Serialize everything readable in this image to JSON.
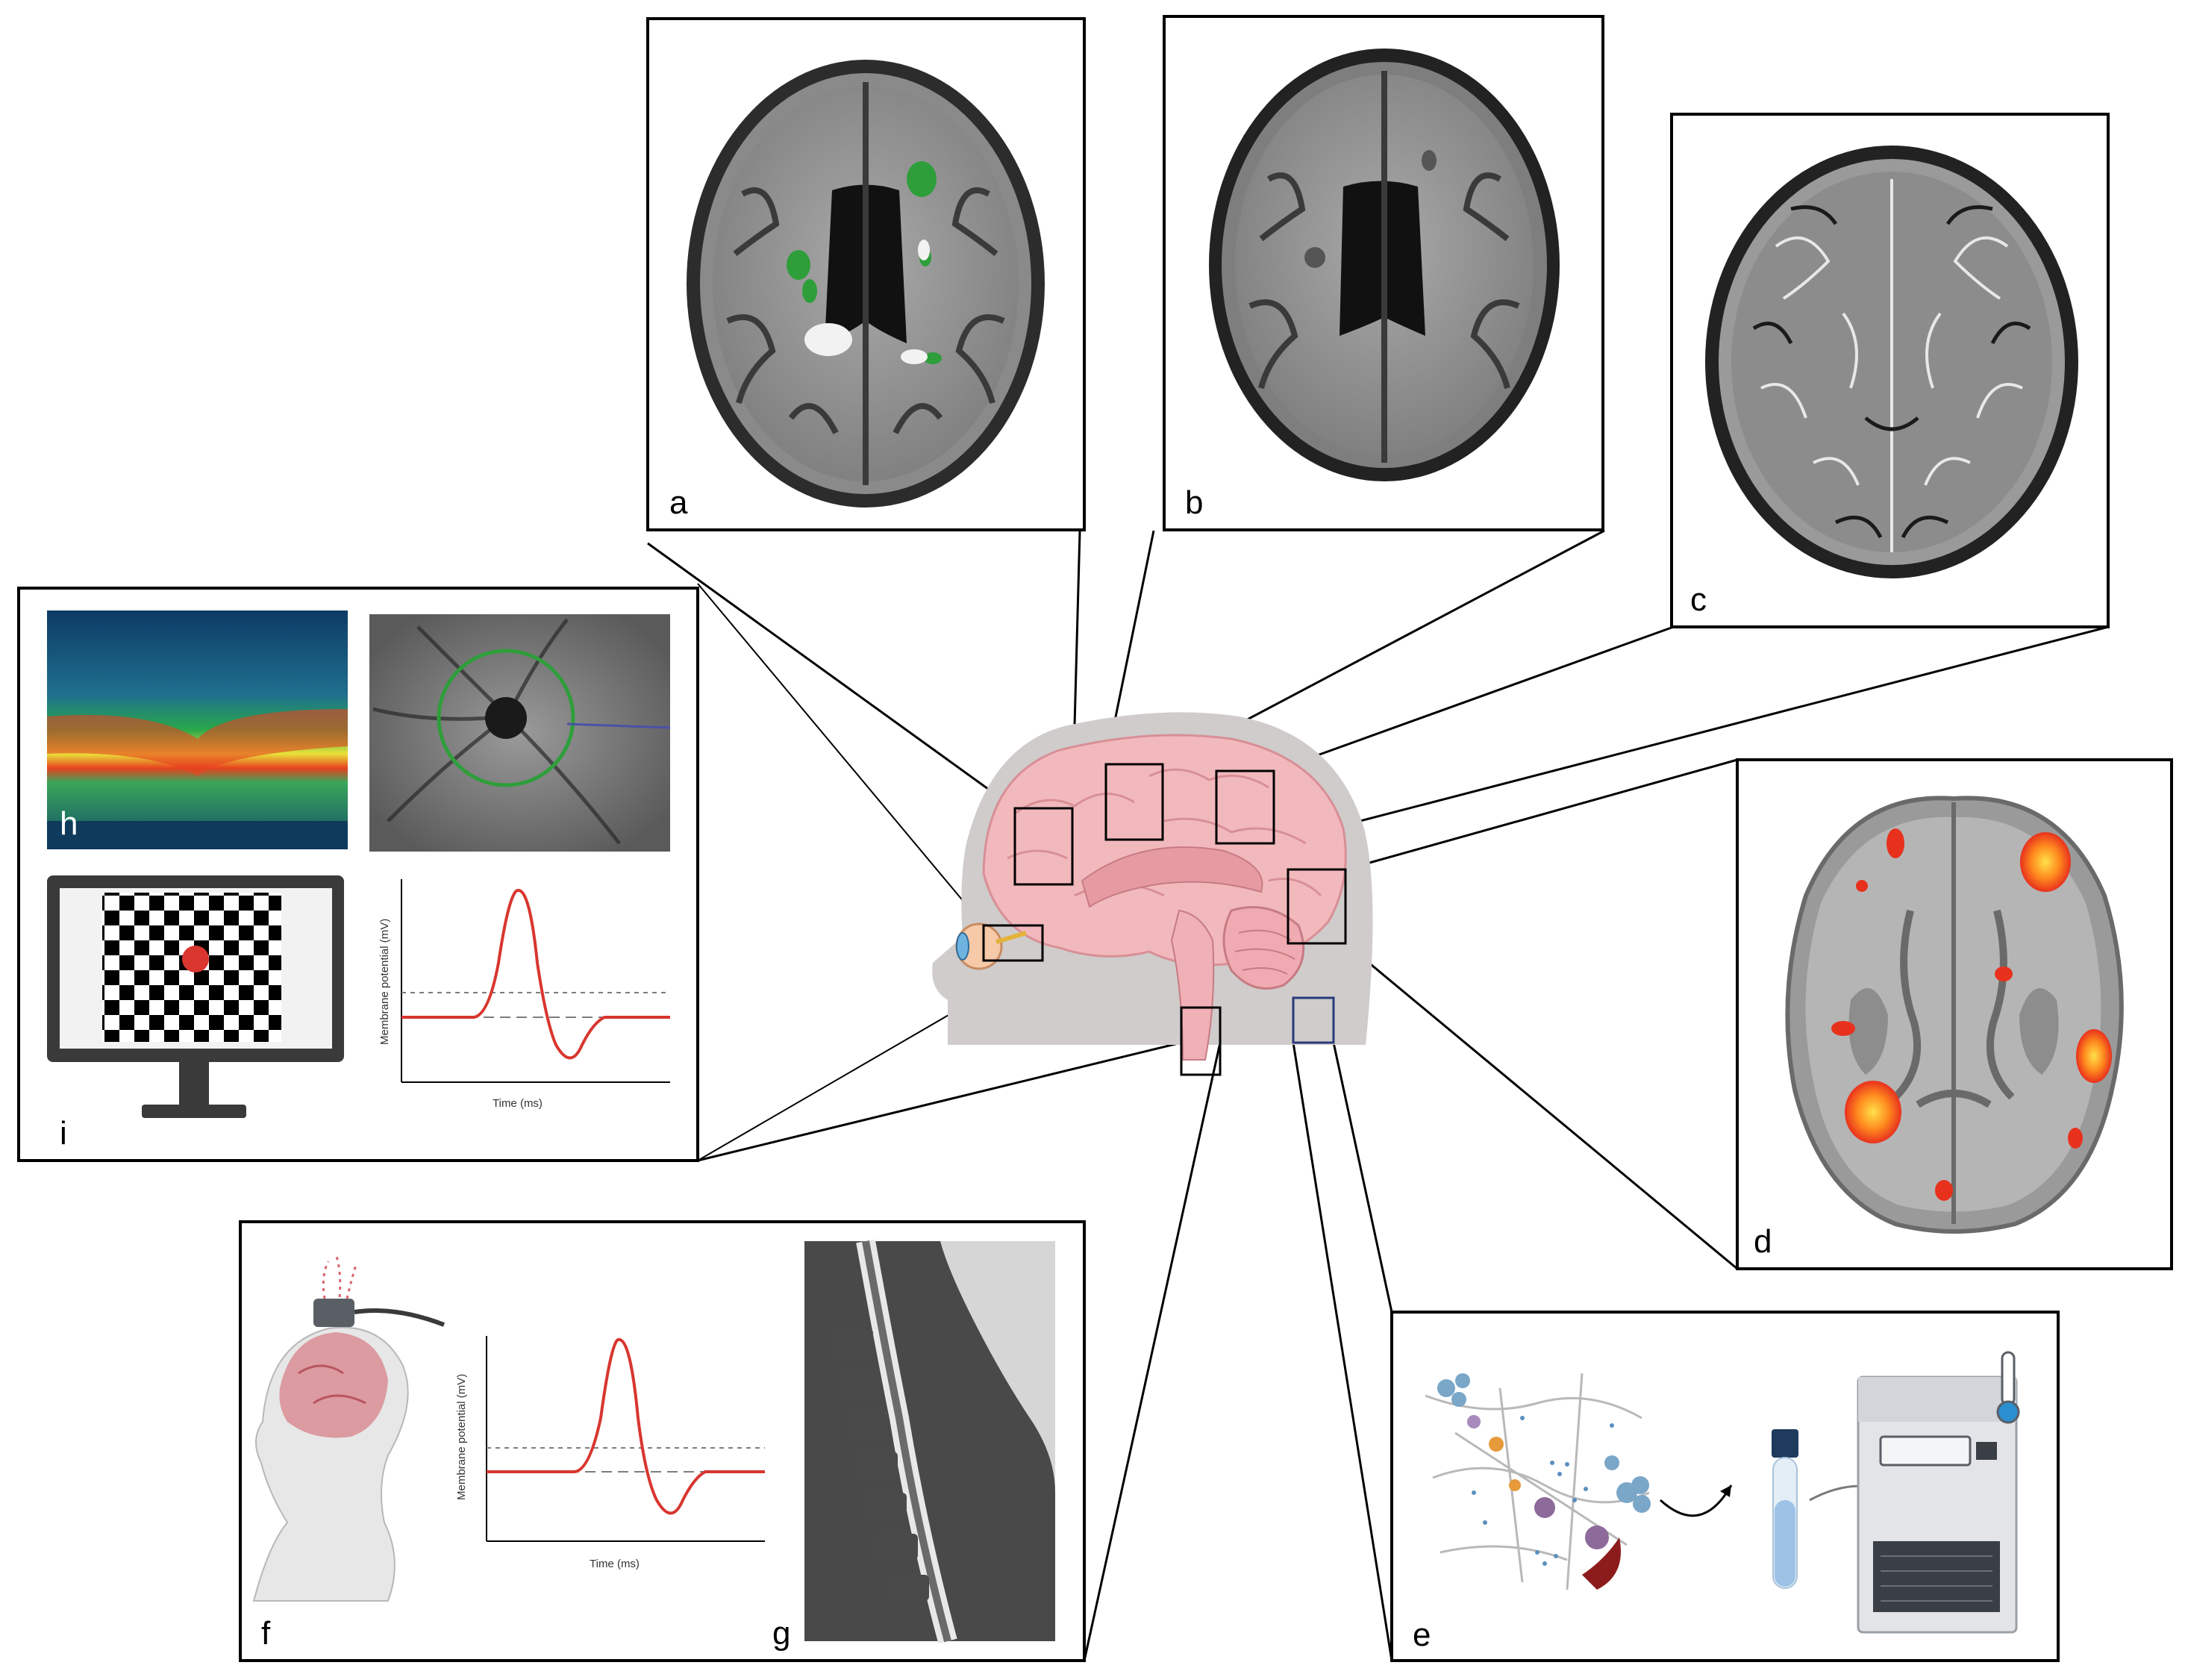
{
  "panels": {
    "a": {
      "letter": "a",
      "description_icon": "mri-brain-with-lesion-map"
    },
    "b": {
      "letter": "b",
      "description_icon": "mri-brain-t1"
    },
    "c": {
      "letter": "c",
      "description_icon": "mri-brain-phase"
    },
    "d": {
      "letter": "d",
      "description_icon": "fmri-activation-map"
    },
    "e": {
      "letter": "e",
      "description_icon": "biofluid-biobank"
    },
    "f": {
      "letter": "f",
      "description_icon": "tms-motor-evoked-potential"
    },
    "g": {
      "letter": "g",
      "description_icon": "spinal-cord-mri"
    },
    "h": {
      "letter": "h",
      "description_icon": "optical-coherence-tomography"
    },
    "i": {
      "letter": "i",
      "description_icon": "visual-evoked-potential"
    }
  },
  "signal_plot": {
    "ylabel": "Membrane potential (mV)",
    "xlabel": "Time (ms)"
  },
  "colors": {
    "lesion_green": "#2e9e3a",
    "activation_red": "#e8311d",
    "activation_yellow": "#ffd23a",
    "signal_red": "#d8362f",
    "brain_pink": "#f2b9bd",
    "head_gray": "#cfcccb",
    "oct_teal": "#1e7a8c"
  }
}
